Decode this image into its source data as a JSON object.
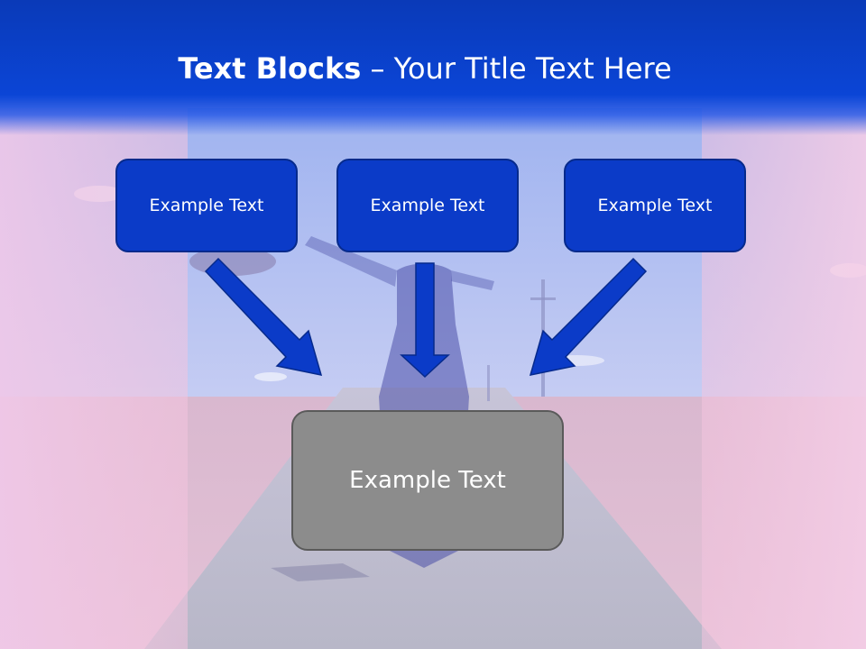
{
  "slide": {
    "title_bold": "Text Blocks",
    "title_separator": " – ",
    "title_rest": "Your Title Text Here"
  },
  "blocks": {
    "top": [
      {
        "label": "Example Text"
      },
      {
        "label": "Example Text"
      },
      {
        "label": "Example Text"
      }
    ],
    "bottom": {
      "label": "Example Text"
    }
  },
  "colors": {
    "title_bar": "#0b45d6",
    "block_fill": "#0b3bc8",
    "block_border": "#062a8c",
    "arrow_fill": "#0b3bc8",
    "bottom_block_fill": "#8c8c8c"
  }
}
